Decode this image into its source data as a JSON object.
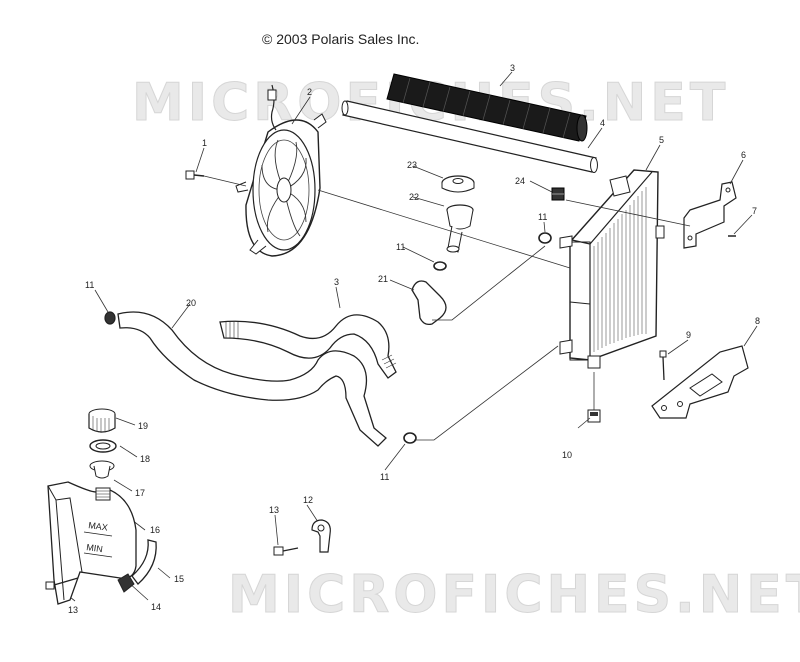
{
  "copyright": "© 2003 Polaris Sales Inc.",
  "watermark": "MICROFICHES.NET",
  "callouts": [
    {
      "id": "c1",
      "label": "1"
    },
    {
      "id": "c2",
      "label": "2"
    },
    {
      "id": "c3a",
      "label": "3"
    },
    {
      "id": "c3b",
      "label": "3"
    },
    {
      "id": "c4",
      "label": "4"
    },
    {
      "id": "c5",
      "label": "5"
    },
    {
      "id": "c6",
      "label": "6"
    },
    {
      "id": "c7",
      "label": "7"
    },
    {
      "id": "c8",
      "label": "8"
    },
    {
      "id": "c9",
      "label": "9"
    },
    {
      "id": "c10",
      "label": "10"
    },
    {
      "id": "c11a",
      "label": "11"
    },
    {
      "id": "c11b",
      "label": "11"
    },
    {
      "id": "c11c",
      "label": "11"
    },
    {
      "id": "c11d",
      "label": "11"
    },
    {
      "id": "c12",
      "label": "12"
    },
    {
      "id": "c13a",
      "label": "13"
    },
    {
      "id": "c13b",
      "label": "13"
    },
    {
      "id": "c14",
      "label": "14"
    },
    {
      "id": "c15",
      "label": "15"
    },
    {
      "id": "c16",
      "label": "16"
    },
    {
      "id": "c17",
      "label": "17"
    },
    {
      "id": "c18",
      "label": "18"
    },
    {
      "id": "c19",
      "label": "19"
    },
    {
      "id": "c20",
      "label": "20"
    },
    {
      "id": "c21",
      "label": "21"
    },
    {
      "id": "c22",
      "label": "22"
    },
    {
      "id": "c23",
      "label": "23"
    },
    {
      "id": "c24",
      "label": "24"
    }
  ],
  "tank_marks": {
    "max": "MAX",
    "min": "MIN"
  }
}
